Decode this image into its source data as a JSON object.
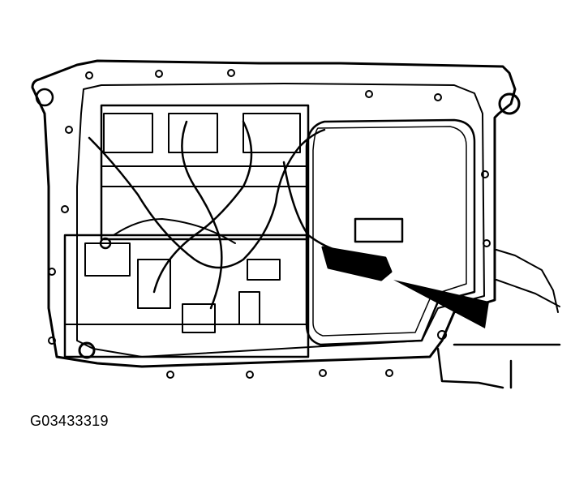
{
  "figure": {
    "id_label": "G03433319",
    "description": "Transmission oil pan area / valve body with wiring harness; arrow pointing to electrical connector",
    "colors": {
      "line": "#000000",
      "background": "#ffffff"
    }
  },
  "callouts": [
    {
      "name": "connector-arrow",
      "points_to": "harness connector"
    },
    {
      "name": "label-box",
      "text": ""
    }
  ]
}
